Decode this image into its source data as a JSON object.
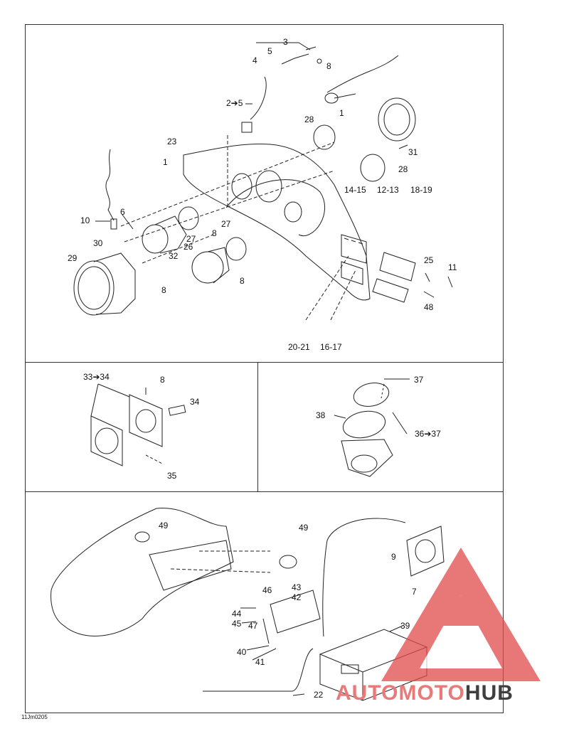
{
  "callouts": {
    "p1": [
      "3",
      "5",
      "4",
      "8",
      "2➔5",
      "1",
      "28",
      "31",
      "23",
      "1",
      "28",
      "14-15",
      "12-13",
      "18-19",
      "10",
      "6",
      "27",
      "8",
      "27",
      "30",
      "32",
      "26",
      "8",
      "29",
      "8",
      "25",
      "11",
      "48",
      "20-21",
      "16-17"
    ],
    "p2": [
      "33➔34",
      "8",
      "34",
      "35"
    ],
    "p3": [
      "37",
      "38",
      "36➔37"
    ],
    "p4": [
      "49",
      "49",
      "9",
      "7",
      "46",
      "43",
      "42",
      "44",
      "45",
      "47",
      "39",
      "40",
      "41",
      "22"
    ]
  },
  "footer": {
    "reference": "11Jm0205"
  },
  "watermark": {
    "text_a": "AUTOMOTO",
    "text_b": "HUB",
    "color": "#e14c4c"
  }
}
